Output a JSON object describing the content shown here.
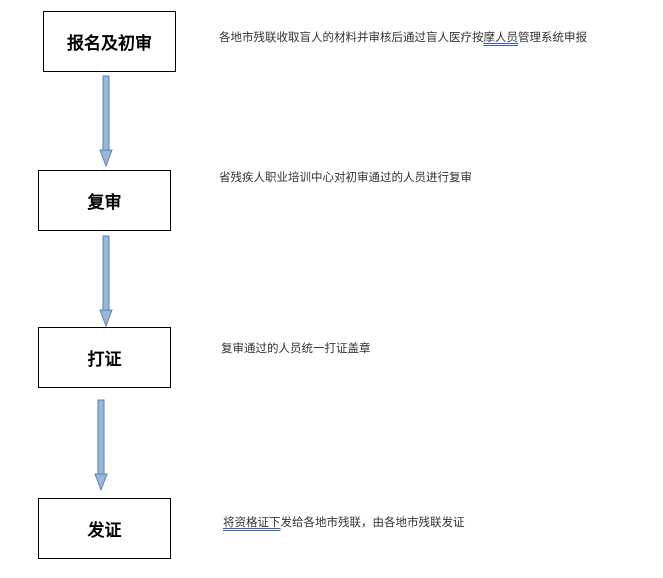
{
  "steps": [
    {
      "label": "报名及初审"
    },
    {
      "label": "复审"
    },
    {
      "label": "打证"
    },
    {
      "label": "发证"
    }
  ],
  "descriptions": [
    {
      "pre": "各地市残联收取盲人的材料并审核后通过盲人医疗按",
      "mark": "摩人员",
      "post": "管理系统申报"
    },
    {
      "pre": "省残疾人职业培训中心对初审通过的人员进行复审",
      "mark": "",
      "post": ""
    },
    {
      "pre": "复审通过的人员统一打证盖章",
      "mark": "",
      "post": ""
    },
    {
      "pre": "",
      "mark": "将资格证下",
      "post": "发给各地市残联，由各地市残联发证"
    }
  ],
  "colors": {
    "arrow_fill": "#9ab6d8",
    "arrow_stroke": "#5a82b4",
    "underline": "#3a5db8"
  }
}
